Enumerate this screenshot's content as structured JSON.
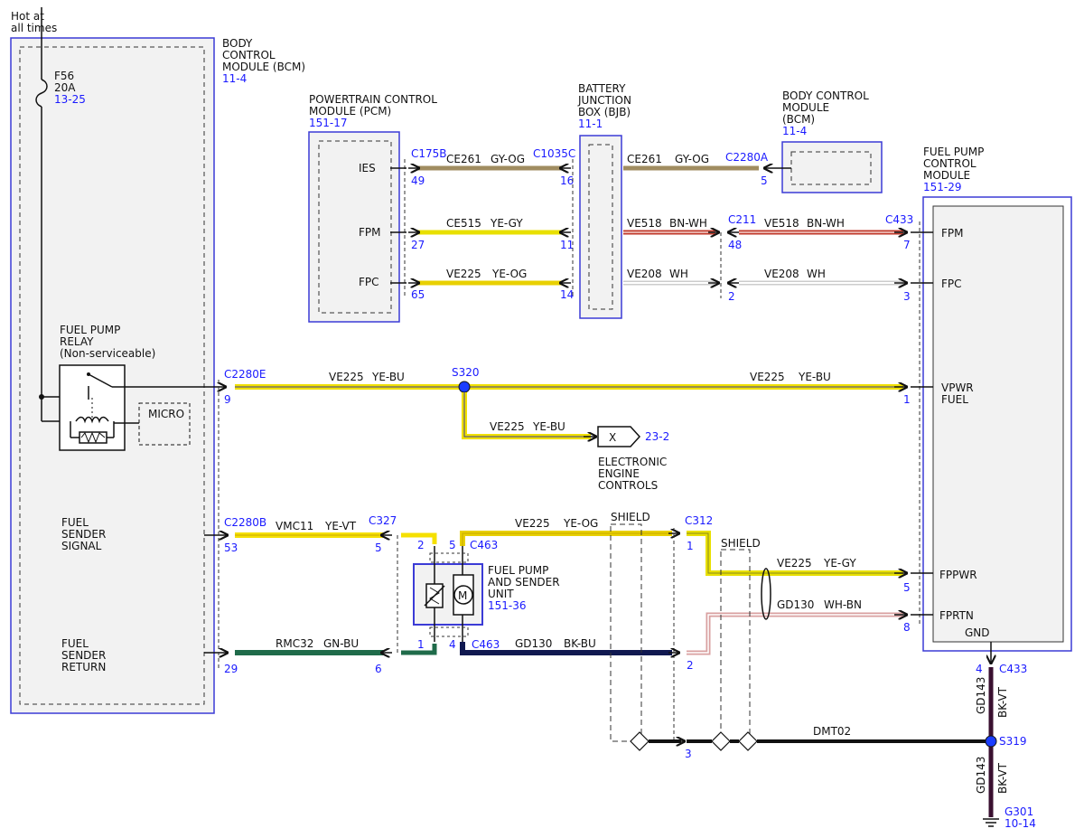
{
  "colors": {
    "module_border": "#3b3bd6",
    "module_fill": "#f2f2f2",
    "reference_text": "#1a1aff",
    "wire_ye_og": "#e8d000",
    "wire_gy_og": "#a08c60",
    "wire_ye_gy": "#e8e000",
    "wire_bn_wh": "#c0392b",
    "wire_wh": "#dddddd",
    "wire_ye_bu": "#f0e000",
    "wire_ye_vt": "#f5e000",
    "wire_gn_bu": "#1f6b4a",
    "wire_bk_bu": "#101850",
    "wire_bk_vt": "#3a1030",
    "wire_wh_bn": "#d9a0a0",
    "splice": "#1a3cff"
  },
  "hot_at_all_times": [
    "Hot at",
    "all times"
  ],
  "bcm_left": {
    "name_lines": [
      "BODY",
      "CONTROL",
      "MODULE (BCM)"
    ],
    "ref": "11-4",
    "fuse_name": "F56",
    "fuse_rating": "20A",
    "fuse_ref": "13-25",
    "relay_lines": [
      "FUEL PUMP",
      "RELAY",
      "(Non-serviceable)"
    ],
    "micro": "MICRO",
    "sender_signal": [
      "FUEL",
      "SENDER",
      "SIGNAL"
    ],
    "sender_return": [
      "FUEL",
      "SENDER",
      "RETURN"
    ]
  },
  "pcm": {
    "name_lines": [
      "POWERTRAIN CONTROL",
      "MODULE (PCM)"
    ],
    "ref": "151-17",
    "pins": [
      "IES",
      "FPM",
      "FPC"
    ]
  },
  "bjb": {
    "name_lines": [
      "BATTERY",
      "JUNCTION",
      "BOX (BJB)"
    ],
    "ref": "11-1"
  },
  "bcm_right": {
    "name_lines": [
      "BODY CONTROL",
      "MODULE",
      "(BCM)"
    ],
    "ref": "11-4"
  },
  "fpcm": {
    "name_lines": [
      "FUEL PUMP",
      "CONTROL",
      "MODULE"
    ],
    "ref": "151-29",
    "pins": [
      "FPM",
      "FPC",
      "VPWR",
      "FUEL",
      "FPPWR",
      "FPRTN",
      "GND"
    ]
  },
  "pump": {
    "name_lines": [
      "FUEL PUMP",
      "AND SENDER",
      "UNIT"
    ],
    "ref": "151-36",
    "motor": "M"
  },
  "eec": {
    "label_lines": [
      "ELECTRONIC",
      "ENGINE",
      "CONTROLS"
    ],
    "symbol": "X",
    "ref": "23-2"
  },
  "connectors": {
    "c175b": "C175B",
    "c1035c": "C1035C",
    "c2280a": "C2280A",
    "c211": "C211",
    "c433": "C433",
    "c2280e": "C2280E",
    "s320": "S320",
    "c2280b": "C2280B",
    "c327": "C327",
    "c463": "C463",
    "c312": "C312",
    "s319": "S319",
    "g301": "G301",
    "g301_ref": "10-14",
    "shield": "SHIELD"
  },
  "pin_numbers": {
    "p49": "49",
    "p16": "16",
    "p5": "5",
    "p27": "27",
    "p11": "11",
    "p48": "48",
    "p7": "7",
    "p65": "65",
    "p14": "14",
    "p2": "2",
    "p3": "3",
    "p9": "9",
    "p1": "1",
    "p53": "53",
    "p6": "6",
    "p29": "29",
    "p4": "4",
    "p8": "8"
  },
  "wires": {
    "ce261": "CE261",
    "gy_og": "GY-OG",
    "ce515": "CE515",
    "ye_gy": "YE-GY",
    "ve518": "VE518",
    "bn_wh": "BN-WH",
    "ve225": "VE225",
    "ye_og": "YE-OG",
    "ve208": "VE208",
    "wh": "WH",
    "ye_bu": "YE-BU",
    "vmc11": "VMC11",
    "ye_vt": "YE-VT",
    "rmc32": "RMC32",
    "gn_bu": "GN-BU",
    "gd130": "GD130",
    "bk_bu": "BK-BU",
    "wh_bn": "WH-BN",
    "gd143": "GD143",
    "bk_vt": "BK-VT",
    "dmt02": "DMT02"
  }
}
